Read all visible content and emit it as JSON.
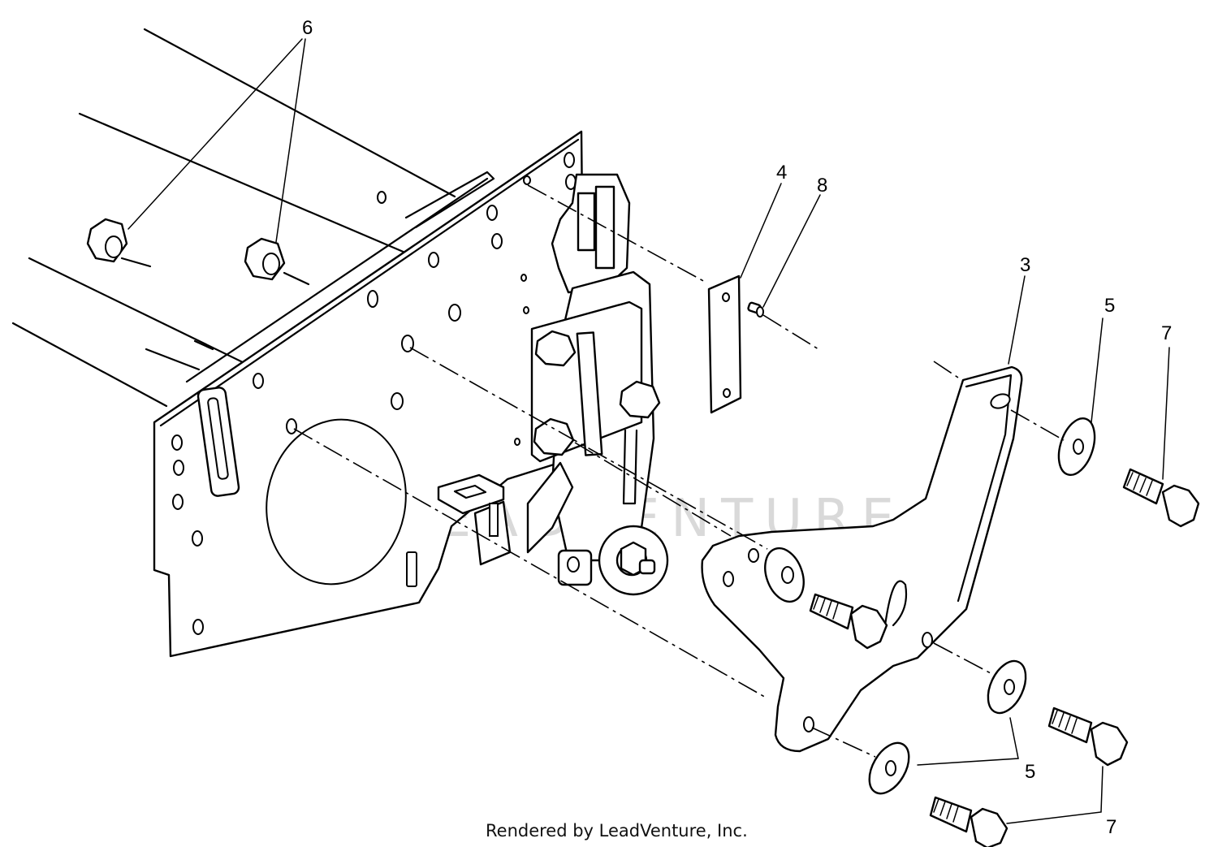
{
  "diagram": {
    "callouts": [
      {
        "id": "c6",
        "label": "6"
      },
      {
        "id": "c4",
        "label": "4"
      },
      {
        "id": "c8",
        "label": "8"
      },
      {
        "id": "c3",
        "label": "3"
      },
      {
        "id": "c5a",
        "label": "5"
      },
      {
        "id": "c7a",
        "label": "7"
      },
      {
        "id": "c5b",
        "label": "5"
      },
      {
        "id": "c7b",
        "label": "7"
      }
    ],
    "watermark": "LEADVENTURE",
    "footer": "Rendered by LeadVenture, Inc."
  }
}
